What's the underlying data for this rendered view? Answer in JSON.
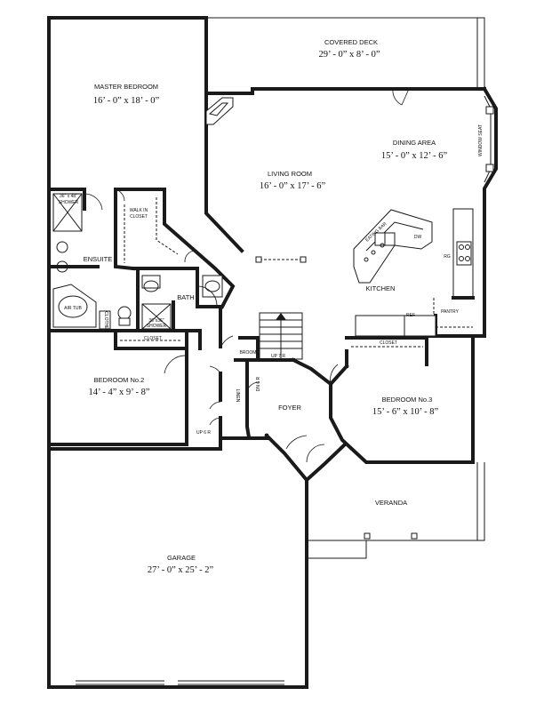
{
  "rooms": {
    "covered_deck": {
      "name": "COVERED DECK",
      "dim": "29’ - 0” x 8’ - 0”"
    },
    "master_bedroom": {
      "name": "MASTER BEDROOM",
      "dim": "16’ - 0” x 18’ - 0”"
    },
    "dining_area": {
      "name": "DINING AREA",
      "dim": "15’ - 0” x 12’ - 6”"
    },
    "living_room": {
      "name": "LIVING ROOM",
      "dim": "16’ - 0” x 17’ - 6”"
    },
    "ensuite": {
      "name": "ENSUITE"
    },
    "kitchen": {
      "name": "KITCHEN"
    },
    "bath": {
      "name": "BATH"
    },
    "bedroom2": {
      "name": "BEDROOM No.2",
      "dim": "14’ - 4” x 9’ - 8”"
    },
    "bedroom3": {
      "name": "BEDROOM No.3",
      "dim": "15’ - 6” x 10’ - 8”"
    },
    "foyer": {
      "name": "FOYER"
    },
    "veranda": {
      "name": "VERANDA"
    },
    "garage": {
      "name": "GARAGE",
      "dim": "27’ - 0” x 25’ - 2”"
    }
  },
  "labels": {
    "window_seat": "WINDOW SEAT",
    "walk_in_closet_1": "WALK IN",
    "walk_in_closet_2": "CLOSET",
    "shower_size": "36\" x 48\"",
    "shower": "SHOWER",
    "air_tub": "AIR TUB",
    "closet_master": "CLOSET",
    "closet_bed3": "CLOSET",
    "shower2_size": "36\"x36\"",
    "shower2": "SHOWER",
    "broom": "BROOM",
    "up_7r": "UP 7 R",
    "linen": "LINEN",
    "dn_6r": "DN 6 R",
    "up_6r": "UP 6 R",
    "pantry": "PANTRY",
    "ref": "REF",
    "rg": "RG",
    "dw": "DW",
    "eating_bar": "EATING BAR",
    "clothes": "CLOTHES"
  }
}
